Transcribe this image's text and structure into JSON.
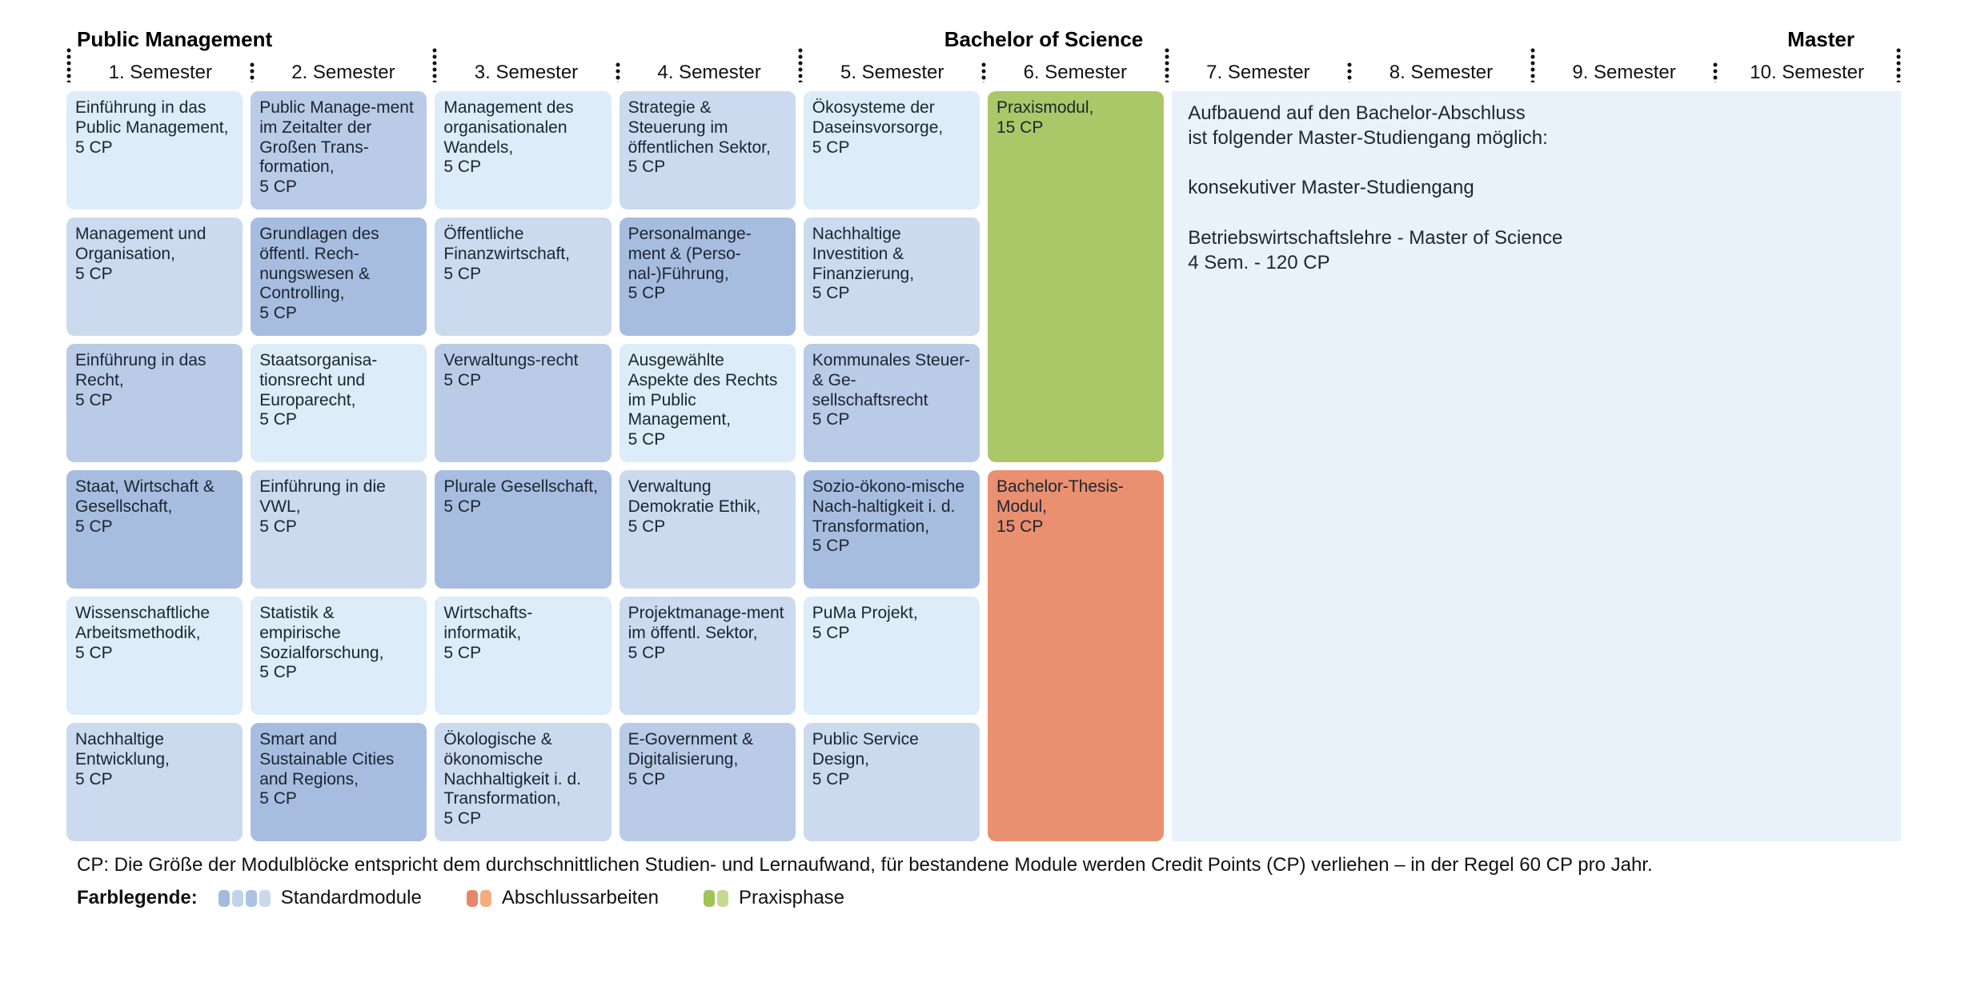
{
  "header": {
    "program_title": "Public Management",
    "degree_title": "Bachelor of Science",
    "master_title": "Master",
    "semesters": [
      "1. Semester",
      "2. Semester",
      "3. Semester",
      "4. Semester",
      "5. Semester",
      "6. Semester",
      "7. Semester",
      "8. Semester",
      "9. Semester",
      "10. Semester"
    ]
  },
  "colors": {
    "blue1": "#dcecf8",
    "blue2": "#ccdaef",
    "blue3": "#b9cbe7",
    "blue4": "#a7bde0",
    "praxis": "#abc869",
    "thesis": "#e99070",
    "panel_bg": "#e9f2fa"
  },
  "columns": [
    {
      "semester": "1. Semester",
      "modules": [
        {
          "title": "Einführung in das Public Management,",
          "cp": "5 CP",
          "shade": "blue1"
        },
        {
          "title": "Management und Organisation,",
          "cp": "5 CP",
          "shade": "blue2"
        },
        {
          "title": "Einführung in das Recht,",
          "cp": "5 CP",
          "shade": "blue3"
        },
        {
          "title": "Staat, Wirtschaft & Gesellschaft,",
          "cp": "5 CP",
          "shade": "blue4"
        },
        {
          "title": "Wissenschaftliche Arbeitsmethodik,",
          "cp": "5 CP",
          "shade": "blue1"
        },
        {
          "title": "Nachhaltige Entwicklung,",
          "cp": "5 CP",
          "shade": "blue2"
        }
      ]
    },
    {
      "semester": "2. Semester",
      "modules": [
        {
          "title": "Public Manage-ment im Zeitalter der Großen Trans-formation,",
          "cp": "5 CP",
          "shade": "blue3"
        },
        {
          "title": "Grundlagen des öffentl. Rech-nungswesen & Controlling,",
          "cp": "5 CP",
          "shade": "blue4"
        },
        {
          "title": "Staatsorganisa-tionsrecht und Europarecht,",
          "cp": "5 CP",
          "shade": "blue1"
        },
        {
          "title": "Einführung in die VWL,",
          "cp": "5 CP",
          "shade": "blue2"
        },
        {
          "title": "Statistik & empirische Sozialforschung,",
          "cp": "5 CP",
          "shade": "blue1"
        },
        {
          "title": "Smart and Sustainable Cities and Regions,",
          "cp": "5 CP",
          "shade": "blue4"
        }
      ]
    },
    {
      "semester": "3. Semester",
      "modules": [
        {
          "title": "Management des organisationalen Wandels,",
          "cp": "5 CP",
          "shade": "blue1"
        },
        {
          "title": "Öffentliche Finanzwirtschaft,",
          "cp": "5 CP",
          "shade": "blue2"
        },
        {
          "title": "Verwaltungs-recht",
          "cp": "5 CP",
          "shade": "blue3"
        },
        {
          "title": "Plurale Gesellschaft,",
          "cp": "5 CP",
          "shade": "blue4"
        },
        {
          "title": "Wirtschafts-informatik,",
          "cp": "5 CP",
          "shade": "blue1"
        },
        {
          "title": "Ökologische & ökonomische Nachhaltigkeit i. d. Transformation,",
          "cp": "5 CP",
          "shade": "blue2"
        }
      ]
    },
    {
      "semester": "4. Semester",
      "modules": [
        {
          "title": "Strategie & Steuerung im öffentlichen Sektor,",
          "cp": "5 CP",
          "shade": "blue2"
        },
        {
          "title": "Personalmange-ment & (Perso-nal-)Führung,",
          "cp": "5 CP",
          "shade": "blue4"
        },
        {
          "title": "Ausgewählte Aspekte des Rechts im Public Management,",
          "cp": "5 CP",
          "shade": "blue1"
        },
        {
          "title": "Verwaltung Demokratie Ethik,",
          "cp": "5 CP",
          "shade": "blue2"
        },
        {
          "title": "Projektmanage-ment im öffentl. Sektor,",
          "cp": "5 CP",
          "shade": "blue2"
        },
        {
          "title": "E-Government & Digitalisierung,",
          "cp": "5 CP",
          "shade": "blue3"
        }
      ]
    },
    {
      "semester": "5. Semester",
      "modules": [
        {
          "title": "Ökosysteme der Daseinsvorsorge,",
          "cp": "5 CP",
          "shade": "blue1"
        },
        {
          "title": "Nachhaltige Investition & Finanzierung,",
          "cp": "5 CP",
          "shade": "blue2"
        },
        {
          "title": "Kommunales Steuer- & Ge-sellschaftsrecht",
          "cp": "5 CP",
          "shade": "blue3"
        },
        {
          "title": "Sozio-ökono-mische Nach-haltigkeit i. d. Transformation,",
          "cp": "5 CP",
          "shade": "blue4"
        },
        {
          "title": "PuMa Projekt,",
          "cp": "5 CP",
          "shade": "blue1"
        },
        {
          "title": "Public Service Design,",
          "cp": "5 CP",
          "shade": "blue2"
        }
      ]
    }
  ],
  "special_modules": {
    "praxis": {
      "title": "Praxismodul,",
      "cp": "15 CP",
      "rows": [
        1,
        3
      ],
      "column": 6
    },
    "thesis": {
      "title": "Bachelor-Thesis-Modul,",
      "cp": "15 CP",
      "rows": [
        4,
        6
      ],
      "column": 6
    }
  },
  "master_info": {
    "paragraphs": [
      [
        "Aufbauend auf den Bachelor-Abschluss",
        "ist folgender Master-Studiengang möglich:"
      ],
      [
        "konsekutiver Master-Studiengang"
      ],
      [
        "Betriebswirtschaftslehre - Master of Science",
        "4 Sem. - 120 CP"
      ]
    ]
  },
  "footer": {
    "cp_note": "CP: Die Größe der Modulblöcke entspricht dem durchschnittlichen Studien- und Lernaufwand, für bestandene Module werden Credit Points (CP) verliehen – in der Regel 60 CP pro Jahr.",
    "legend_label": "Farblegende:",
    "legend": [
      {
        "label": "Standardmodule",
        "colors": [
          "#a3bbdf",
          "#c2d4ec",
          "#aac2e3",
          "#c9d9ef"
        ]
      },
      {
        "label": "Abschlussarbeiten",
        "colors": [
          "#e8866b",
          "#f3ad7e"
        ]
      },
      {
        "label": "Praxisphase",
        "colors": [
          "#a2c359",
          "#c5da8e"
        ]
      }
    ]
  }
}
